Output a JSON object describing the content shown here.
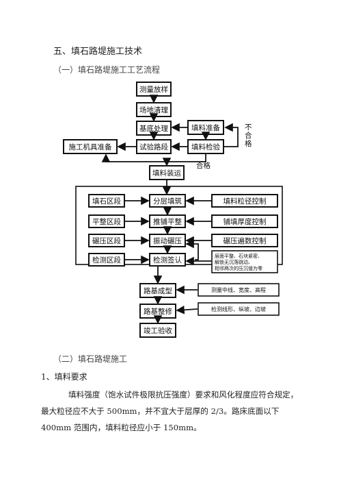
{
  "heading": "五、填石路堤施工技术",
  "subheading1": "（一）填石路堤施工工艺流程",
  "flow": {
    "survey": "测量放样",
    "clear": "场地清理",
    "base": "基底处理",
    "trial": "试验路段",
    "machine": "施工机具准备",
    "prep": "填料准备",
    "check": "填料检验",
    "fail": "不合格",
    "pass": "合格",
    "load": "填料装运",
    "zone1": "填石区段",
    "zone2": "平整区段",
    "zone3": "碾压区段",
    "zone4": "检测区段",
    "step1": "分层填筑",
    "step2": "推铺平整",
    "step3": "振动碾压",
    "step4": "检测签认",
    "ctrl1": "填料粒径控制",
    "ctrl2": "铺填厚度控制",
    "ctrl3": "碾压遍数控制",
    "ctrl4_l1": "层面平整、石块紧密、",
    "ctrl4_l2": "解锁无沉落跳动、",
    "ctrl4_l3": "相邻两次的压沉值为零",
    "form": "路基成型",
    "form_note": "测量中线、宽度、高程",
    "trim": "路基整修",
    "trim_note": "检测线形、纵坡、边坡",
    "accept": "竣工验收"
  },
  "subheading2": "（二）填石路堤施工",
  "item1": "1、填料要求",
  "paragraph": "填料强度（饱水试件极限抗压强度）要求和风化程度应符合规定，最大粒径应不大于 500mm，并不宜大于层厚的 2/3。路床底面以下 400mm 范围内，填料粒径应小于 150mm。"
}
